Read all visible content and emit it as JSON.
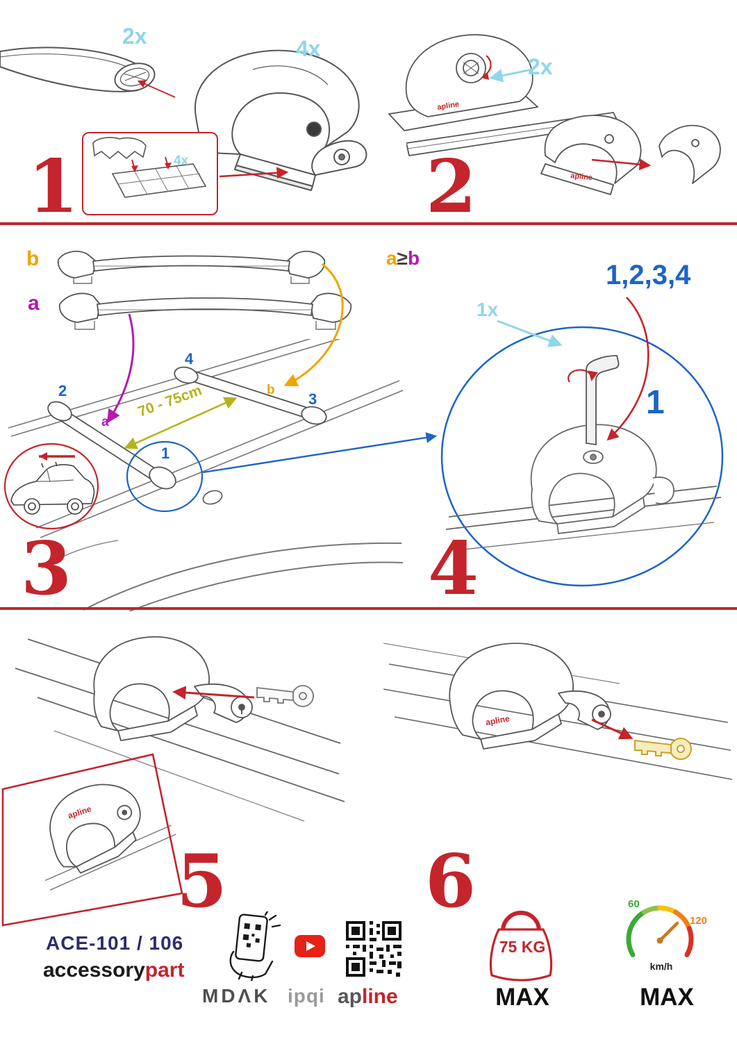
{
  "colors": {
    "accent_red": "#c4242b",
    "label_cyan": "#8fd6ea",
    "number_blue": "#1c64c8",
    "label_purple": "#b21ab2",
    "label_orange": "#f0a400",
    "measure_olive": "#b3b31a",
    "model_navy": "#2e2d6b",
    "youtube_red": "#e62117",
    "gauge_green": "#3aaa35",
    "gauge_orange": "#ef7f1a"
  },
  "steps": {
    "s1": {
      "number": "1",
      "bar_qty": "2x",
      "foot_qty": "4x",
      "pad_qty": "4x"
    },
    "s2": {
      "number": "2",
      "foot_qty": "2x"
    },
    "s3": {
      "number": "3",
      "bar_label_b": "b",
      "bar_label_a": "a",
      "cond_a": "a",
      "cond_op": "≥",
      "cond_b": "b",
      "measure": "70 - 75cm",
      "pos_1": "1",
      "pos_2": "2",
      "pos_3": "3",
      "pos_4": "4",
      "roof_label_a": "a",
      "roof_label_b": "b"
    },
    "s4": {
      "number": "4",
      "key_qty": "1x",
      "order": "1,2,3,4",
      "order_first": "1"
    },
    "s5": {
      "number": "5"
    },
    "s6": {
      "number": "6"
    }
  },
  "branding": {
    "model": "ACE-101 / 106",
    "brand_accessory": "accessory",
    "brand_part": "part",
    "mdak": "MDΛK",
    "ipqi": "ipqi",
    "apline_ap": "ap",
    "apline_line": "line",
    "apline_full": "apline"
  },
  "limits": {
    "weight": "75 KG",
    "weight_max": "MAX",
    "speed_60": "60",
    "speed_120": "120",
    "speed_unit": "km/h",
    "speed_max": "MAX"
  }
}
